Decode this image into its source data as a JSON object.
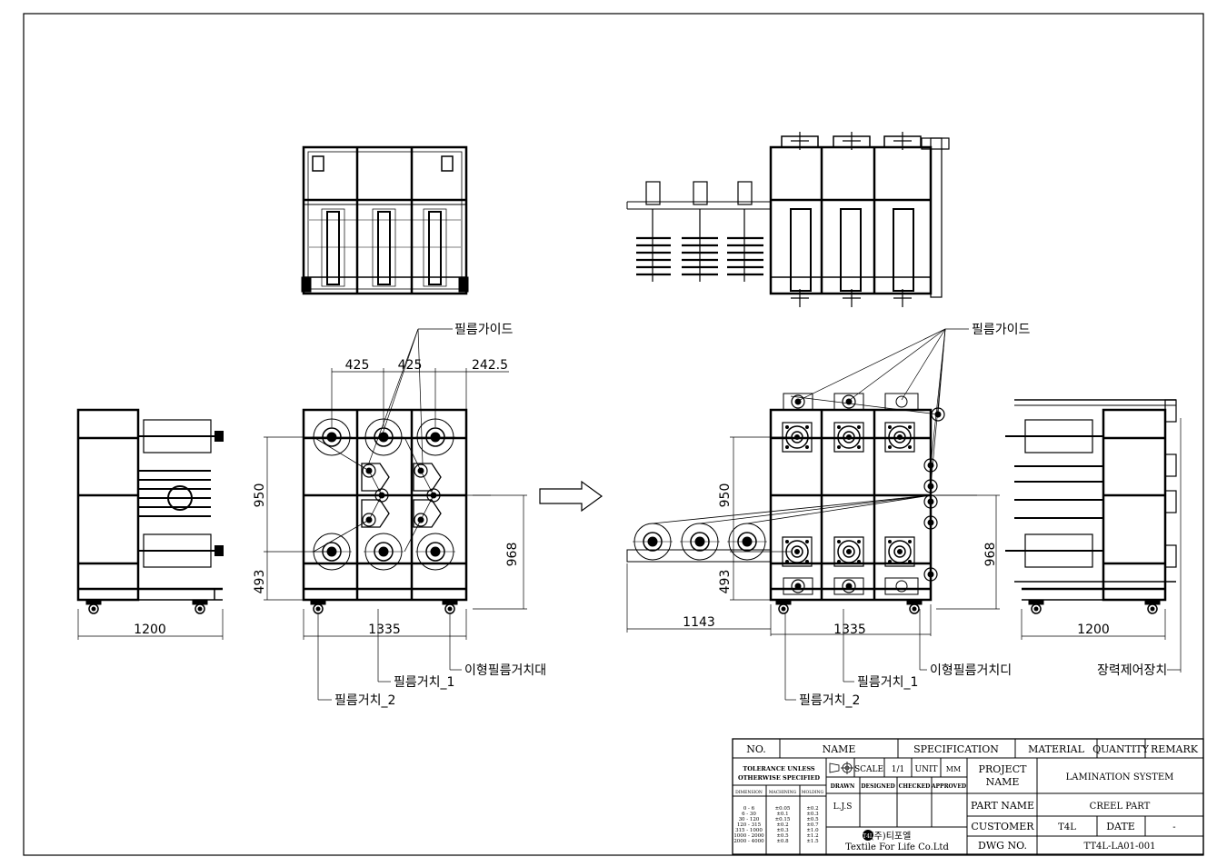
{
  "drawing": {
    "left": {
      "dim_top": [
        "425",
        "425",
        "242.5"
      ],
      "dim_950": "950",
      "dim_493": "493",
      "dim_968": "968",
      "dim_1200": "1200",
      "dim_1335": "1335",
      "label_guide": "필름가이드",
      "label_special_holder": "이형필름거치대",
      "label_holder_1": "필름거치_1",
      "label_holder_2": "필름거치_2"
    },
    "right": {
      "dim_950": "950",
      "dim_493": "493",
      "dim_968": "968",
      "dim_1143": "1143",
      "dim_1335": "1335",
      "dim_1200": "1200",
      "label_guide": "필름가이드",
      "label_special_holder": "이형필름거치디",
      "label_holder_1": "필름거치_1",
      "label_holder_2": "필름거치_2",
      "label_tension": "장력제어장치"
    }
  },
  "title_block": {
    "header": {
      "no": "NO.",
      "name": "NAME",
      "specification": "SPECIFICATION",
      "material": "MATERIAL",
      "quantity": "QUANTITY",
      "remark": "REMARK"
    },
    "tolerance_title_1": "TOLERANCE UNLESS",
    "tolerance_title_2": "OTHERWISE SPECIFIED",
    "tol_headers": [
      "DIMENSION",
      "MACHINING",
      "MOLDING"
    ],
    "tol_dims": [
      "0 - 6",
      "6 - 30",
      "30 - 120",
      "120 - 315",
      "315 - 1000",
      "1000 - 2000",
      "2000 - 4000"
    ],
    "tol_machining": [
      "±0.05",
      "±0.1",
      "±0.15",
      "±0.2",
      "±0.3",
      "±0.5",
      "±0.8"
    ],
    "tol_molding": [
      "±0.2",
      "±0.3",
      "±0.5",
      "±0.7",
      "±1.0",
      "±1.2",
      "±1.5"
    ],
    "scale_label": "SCALE",
    "scale_value": "1/1",
    "unit_label": "UNIT",
    "unit_value": "MM",
    "drawn": "DRAWN",
    "designed": "DESIGNED",
    "checked": "CHECKED",
    "approved": "APPROVED",
    "drawn_value": "L.J.S",
    "company_kr": "(주)티포엘",
    "company_en": "Textile For Life Co.Ltd",
    "project_name_label_1": "PROJECT",
    "project_name_label_2": "NAME",
    "project_name": "LAMINATION SYSTEM",
    "part_name_label": "PART NAME",
    "part_name": "CREEL PART",
    "customer_label": "CUSTOMER",
    "customer": "T4L",
    "date_label": "DATE",
    "date": "-",
    "dwg_label": "DWG NO.",
    "dwg_no": "TT4L-LA01-001"
  }
}
